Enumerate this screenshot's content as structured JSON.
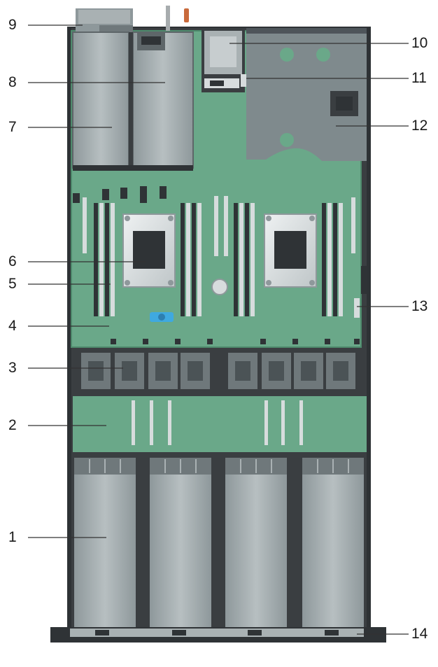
{
  "diagram": {
    "callouts": [
      {
        "id": "1",
        "label": "1"
      },
      {
        "id": "2",
        "label": "2"
      },
      {
        "id": "3",
        "label": "3"
      },
      {
        "id": "4",
        "label": "4"
      },
      {
        "id": "5",
        "label": "5"
      },
      {
        "id": "6",
        "label": "6"
      },
      {
        "id": "7",
        "label": "7"
      },
      {
        "id": "8",
        "label": "8"
      },
      {
        "id": "9",
        "label": "9"
      },
      {
        "id": "10",
        "label": "10"
      },
      {
        "id": "11",
        "label": "11"
      },
      {
        "id": "12",
        "label": "12"
      },
      {
        "id": "13",
        "label": "13"
      },
      {
        "id": "14",
        "label": "14"
      }
    ],
    "colors": {
      "board_green": "#6aa889",
      "board_green_dark": "#4e8a6c",
      "chassis_gray": "#3b3f42",
      "psu_gray": "#a9b1b3",
      "shroud_gray": "#7f8a8d",
      "dimm_dark": "#2f3336",
      "dimm_light": "#d7dcdd",
      "accent_blue": "#3fa9e0",
      "accent_orange": "#c96a3c"
    }
  }
}
